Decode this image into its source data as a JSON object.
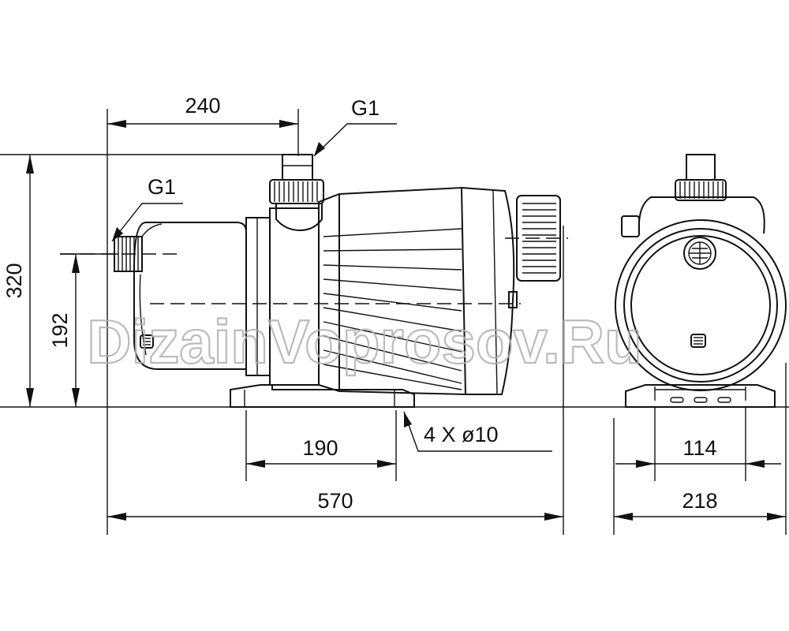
{
  "dimensions": {
    "top_width": "240",
    "outlet_thread": "G1",
    "inlet_thread": "G1",
    "total_height": "320",
    "inlet_height": "192",
    "foot_spacing": "190",
    "mounting_holes": "4 X ø10",
    "total_length": "570",
    "side_foot_spacing": "114",
    "side_width": "218"
  },
  "watermark": "DizainVoprosov.Ru"
}
